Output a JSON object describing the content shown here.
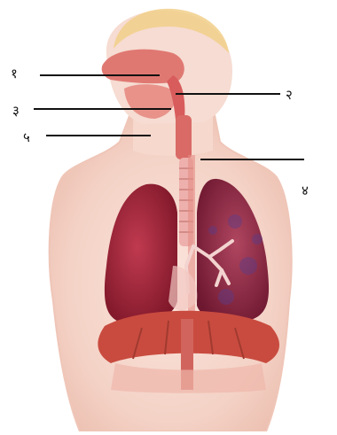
{
  "diagram": {
    "labels": [
      {
        "id": "1",
        "text": "१"
      },
      {
        "id": "2",
        "text": "२"
      },
      {
        "id": "3",
        "text": "३"
      },
      {
        "id": "4",
        "text": "४"
      },
      {
        "id": "5",
        "text": "५"
      }
    ]
  },
  "colors": {
    "skin": "#f5d9cf",
    "skin_edge": "#e9b9aa",
    "lung_left": "#a3243a",
    "lung_right": "#8e2a44",
    "airway": "#d85c5c",
    "trachea": "#e9a0a0",
    "hair": "#f1cf8a",
    "diaphragm": "#c94b3f"
  }
}
